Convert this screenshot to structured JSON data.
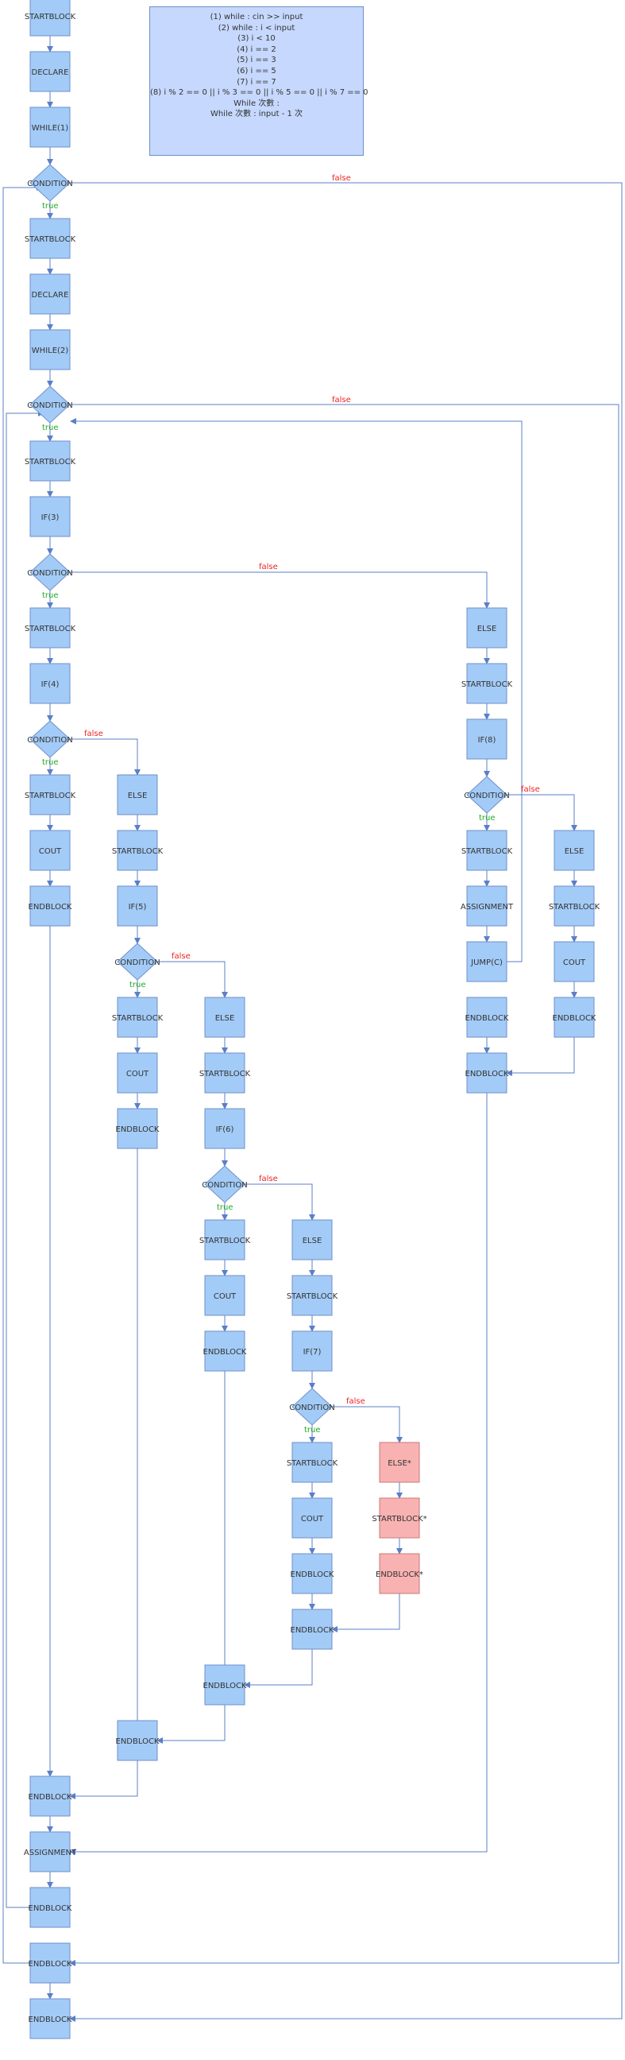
{
  "legend": {
    "lines": [
      "(1) while : cin >> input",
      "(2) while : i < input",
      "(3) i < 10",
      "(4) i == 2",
      "(5) i == 3",
      "(6) i == 5",
      "(7) i == 7",
      "(8) i % 2 == 0 || i % 3 == 0 || i % 5 == 0 || i % 7 == 0",
      "While 次數 :",
      "While 次數 : input - 1 次"
    ]
  },
  "colors": {
    "block_fill": "#a3cbf7",
    "block_stroke": "#6f8fc8",
    "pink_fill": "#f9b2b2",
    "pink_stroke": "#c97a7a",
    "edge": "#5b7fc7",
    "true_label": "#22aa22",
    "false_label": "#ee2222",
    "text": "#333333"
  },
  "edge_labels": {
    "true": "true",
    "false": "false"
  },
  "nodes": [
    {
      "id": "n1",
      "label": "STARTBLOCK"
    },
    {
      "id": "n2",
      "label": "DECLARE"
    },
    {
      "id": "n3",
      "label": "WHILE(1)"
    },
    {
      "id": "c1",
      "label": "CONDITION"
    },
    {
      "id": "n4",
      "label": "STARTBLOCK"
    },
    {
      "id": "n5",
      "label": "DECLARE"
    },
    {
      "id": "n6",
      "label": "WHILE(2)"
    },
    {
      "id": "c2",
      "label": "CONDITION"
    },
    {
      "id": "n7",
      "label": "STARTBLOCK"
    },
    {
      "id": "n8",
      "label": "IF(3)"
    },
    {
      "id": "c3",
      "label": "CONDITION"
    },
    {
      "id": "n9",
      "label": "STARTBLOCK"
    },
    {
      "id": "n10",
      "label": "IF(4)"
    },
    {
      "id": "c4",
      "label": "CONDITION"
    },
    {
      "id": "n11",
      "label": "STARTBLOCK"
    },
    {
      "id": "n12",
      "label": "COUT"
    },
    {
      "id": "n13",
      "label": "ENDBLOCK"
    },
    {
      "id": "e4",
      "label": "ELSE"
    },
    {
      "id": "n14",
      "label": "STARTBLOCK"
    },
    {
      "id": "n15",
      "label": "IF(5)"
    },
    {
      "id": "c5",
      "label": "CONDITION"
    },
    {
      "id": "n16",
      "label": "STARTBLOCK"
    },
    {
      "id": "n17",
      "label": "COUT"
    },
    {
      "id": "n18",
      "label": "ENDBLOCK"
    },
    {
      "id": "e5",
      "label": "ELSE"
    },
    {
      "id": "n19",
      "label": "STARTBLOCK"
    },
    {
      "id": "n20",
      "label": "IF(6)"
    },
    {
      "id": "c6",
      "label": "CONDITION"
    },
    {
      "id": "n21",
      "label": "STARTBLOCK"
    },
    {
      "id": "n22",
      "label": "COUT"
    },
    {
      "id": "n23",
      "label": "ENDBLOCK"
    },
    {
      "id": "e6",
      "label": "ELSE"
    },
    {
      "id": "n24",
      "label": "STARTBLOCK"
    },
    {
      "id": "n25",
      "label": "IF(7)"
    },
    {
      "id": "c7",
      "label": "CONDITION"
    },
    {
      "id": "n26",
      "label": "STARTBLOCK"
    },
    {
      "id": "n27",
      "label": "COUT"
    },
    {
      "id": "n28",
      "label": "ENDBLOCK"
    },
    {
      "id": "p1",
      "label": "ELSE*"
    },
    {
      "id": "p2",
      "label": "STARTBLOCK*"
    },
    {
      "id": "p3",
      "label": "ENDBLOCK*"
    },
    {
      "id": "n29",
      "label": "ENDBLOCK"
    },
    {
      "id": "n30",
      "label": "ENDBLOCK"
    },
    {
      "id": "n31",
      "label": "ENDBLOCK"
    },
    {
      "id": "n32",
      "label": "ENDBLOCK"
    },
    {
      "id": "n33",
      "label": "ASSIGNMENT"
    },
    {
      "id": "n34",
      "label": "ENDBLOCK"
    },
    {
      "id": "n35",
      "label": "ENDBLOCK"
    },
    {
      "id": "n36",
      "label": "ENDBLOCK"
    },
    {
      "id": "e3",
      "label": "ELSE"
    },
    {
      "id": "n37",
      "label": "STARTBLOCK"
    },
    {
      "id": "n38",
      "label": "IF(8)"
    },
    {
      "id": "c8",
      "label": "CONDITION"
    },
    {
      "id": "n39",
      "label": "STARTBLOCK"
    },
    {
      "id": "n40",
      "label": "ASSIGNMENT"
    },
    {
      "id": "n41",
      "label": "JUMP(C)"
    },
    {
      "id": "n42",
      "label": "ENDBLOCK"
    },
    {
      "id": "e8",
      "label": "ELSE"
    },
    {
      "id": "n43",
      "label": "STARTBLOCK"
    },
    {
      "id": "n44",
      "label": "COUT"
    },
    {
      "id": "n45",
      "label": "ENDBLOCK"
    },
    {
      "id": "n46",
      "label": "ENDBLOCK"
    }
  ]
}
